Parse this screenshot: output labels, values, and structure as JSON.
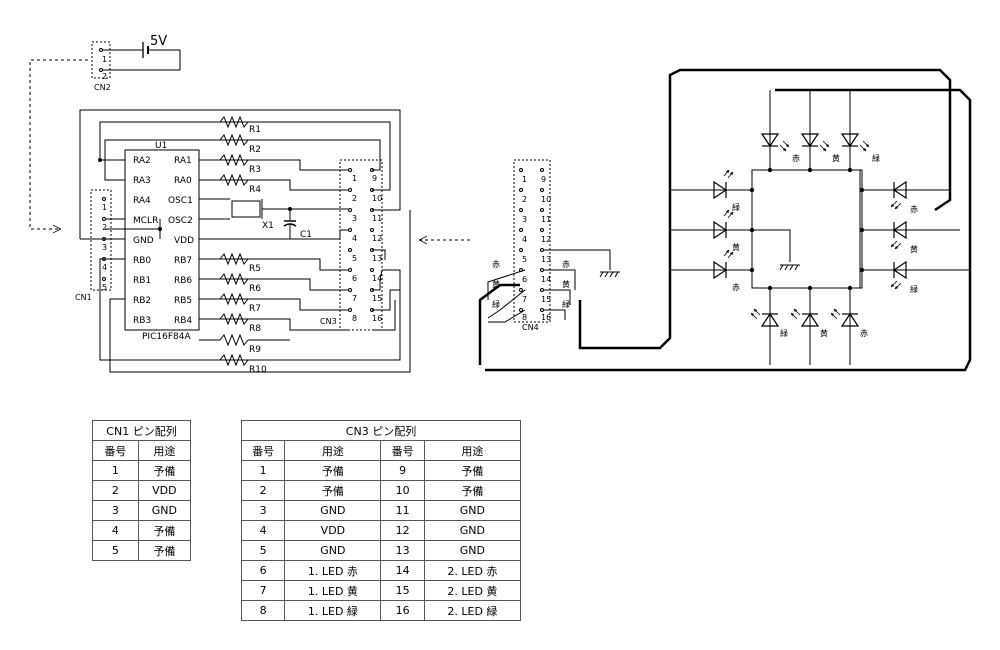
{
  "power": {
    "voltage": "5V",
    "connector": "CN2",
    "pins": [
      "1",
      "2"
    ]
  },
  "mcu": {
    "ref": "U1",
    "part": "PIC16F84A",
    "left_pins": [
      "RA2",
      "RA3",
      "RA4",
      "MCLR",
      "GND",
      "RB0",
      "RB1",
      "RB2",
      "RB3"
    ],
    "right_pins": [
      "RA1",
      "RA0",
      "OSC1",
      "OSC2",
      "VDD",
      "RB7",
      "RB6",
      "RB5",
      "RB4"
    ]
  },
  "cn1": {
    "ref": "CN1",
    "pins": [
      "1",
      "2",
      "3",
      "4",
      "5"
    ]
  },
  "crystal": {
    "ref": "X1"
  },
  "capacitor": {
    "ref": "C1"
  },
  "resistors": [
    "R1",
    "R2",
    "R3",
    "R4",
    "R5",
    "R6",
    "R7",
    "R8",
    "R9",
    "R10"
  ],
  "cn3": {
    "ref": "CN3",
    "left_pins": [
      "1",
      "2",
      "3",
      "4",
      "5",
      "6",
      "7",
      "8"
    ],
    "right_pins": [
      "9",
      "10",
      "11",
      "12",
      "13",
      "14",
      "15",
      "16"
    ]
  },
  "cn4": {
    "ref": "CN4",
    "left_pins": [
      "1",
      "2",
      "3",
      "4",
      "5",
      "6",
      "7",
      "8"
    ],
    "right_pins": [
      "9",
      "10",
      "11",
      "12",
      "13",
      "14",
      "15",
      "16"
    ]
  },
  "cn4_colors": {
    "left": [
      "赤",
      "黄",
      "緑"
    ],
    "right": [
      "赤",
      "黄",
      "緑"
    ]
  },
  "led_colors": {
    "top": [
      "赤",
      "黄",
      "緑"
    ],
    "left": [
      "緑",
      "黄",
      "赤"
    ],
    "right": [
      "赤",
      "黄",
      "緑"
    ],
    "bottom": [
      "緑",
      "黄",
      "赤"
    ]
  },
  "cn1_table": {
    "title": "CN1 ピン配列",
    "headers": [
      "番号",
      "用途"
    ],
    "rows": [
      [
        "1",
        "予備"
      ],
      [
        "2",
        "VDD"
      ],
      [
        "3",
        "GND"
      ],
      [
        "4",
        "予備"
      ],
      [
        "5",
        "予備"
      ]
    ]
  },
  "cn3_table": {
    "title": "CN3 ピン配列",
    "headers": [
      "番号",
      "用途",
      "番号",
      "用途"
    ],
    "rows": [
      [
        "1",
        "予備",
        "9",
        "予備"
      ],
      [
        "2",
        "予備",
        "10",
        "予備"
      ],
      [
        "3",
        "GND",
        "11",
        "GND"
      ],
      [
        "4",
        "VDD",
        "12",
        "GND"
      ],
      [
        "5",
        "GND",
        "13",
        "GND"
      ],
      [
        "6",
        "1. LED 赤",
        "14",
        "2. LED 赤"
      ],
      [
        "7",
        "1. LED 黄",
        "15",
        "2. LED 黄"
      ],
      [
        "8",
        "1. LED 緑",
        "16",
        "2. LED 緑"
      ]
    ]
  }
}
